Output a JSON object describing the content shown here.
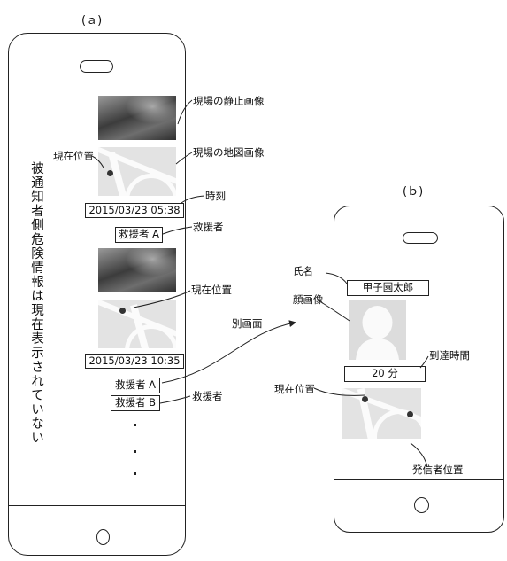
{
  "figure_a": {
    "label": "(ａ)",
    "vertical_message": "被通知者側危険情報は現在表示されていない",
    "notes": {
      "still_image": "現場の静止画像",
      "map_image": "現場の地図画像",
      "current_position_1": "現在位置",
      "time": "時刻",
      "rescuer_1": "救援者",
      "current_position_2": "現在位置",
      "other_screen": "別画面",
      "rescuer_2": "救援者"
    },
    "entries": [
      {
        "timestamp": "2015/03/23 05:38",
        "rescuers": [
          "救援者 A"
        ]
      },
      {
        "timestamp": "2015/03/23 10:35",
        "rescuers": [
          "救援者 A",
          "救援者 B"
        ]
      }
    ]
  },
  "figure_b": {
    "label": "(ｂ)",
    "notes": {
      "name": "氏名",
      "face_image": "顔画像",
      "arrival_time": "到達時間",
      "current_position": "現在位置",
      "caller_position": "発信者位置"
    },
    "name_value": "甲子園太郎",
    "arrival_value": "20 分"
  }
}
